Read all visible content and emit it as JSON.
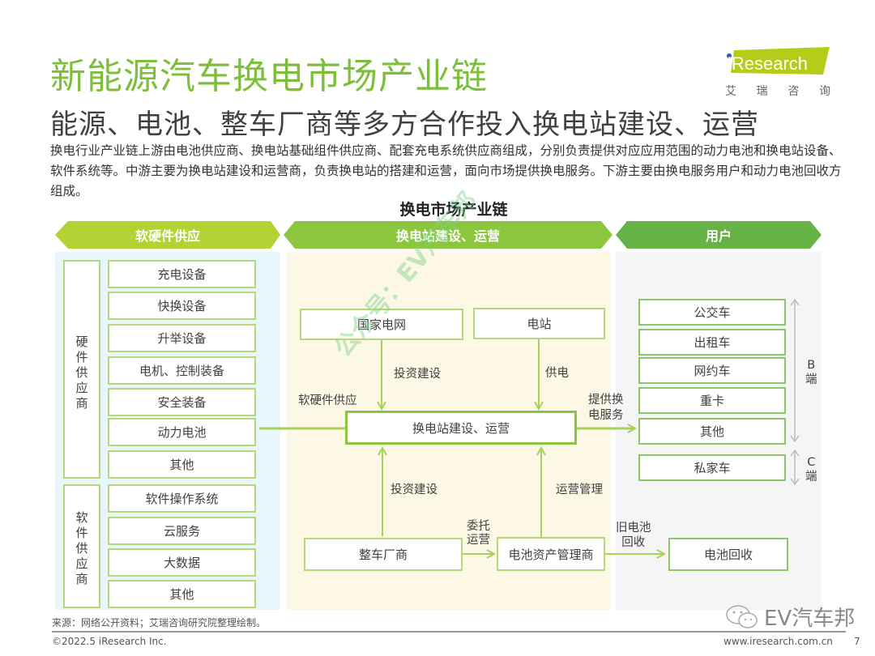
{
  "header": {
    "title": "新能源汽车换电市场产业链",
    "subtitle": "能源、电池、整车厂商等多方合作投入换电站建设、运营",
    "description": "换电行业产业链上游由电池供应商、换电站基础组件供应商、配套充电系统供应商组成，分别负责提供对应应用范围的动力电池和换电站设备、软件系统等。中游主要为换电站建设和运营商，负责换电站的搭建和运营，面向市场提供换电服务。下游主要由换电服务用户和动力电池回收方组成。"
  },
  "logo": {
    "brand": "iResearch",
    "sub_chars": [
      "艾",
      "瑞",
      "咨",
      "询"
    ],
    "accent": "#b5cc18"
  },
  "diagram": {
    "title": "换电市场产业链",
    "stages": [
      {
        "label": "软硬件供应",
        "color": "#b3d234"
      },
      {
        "label": "换电站建设、运营",
        "color": "#8cc63f"
      },
      {
        "label": "用户",
        "color": "#66b246"
      }
    ],
    "upstream": {
      "hardware_group": {
        "label": "硬件供应商",
        "items": [
          "充电设备",
          "快换设备",
          "升举设备",
          "电机、控制装备",
          "安全装备",
          "动力电池",
          "其他"
        ]
      },
      "software_group": {
        "label": "软件供应商",
        "items": [
          "软件操作系统",
          "云服务",
          "大数据",
          "其他"
        ]
      }
    },
    "midstream": {
      "nodes": {
        "grid": "国家电网",
        "power_station": "电站",
        "core": "换电站建设、运营",
        "oem": "整车厂商",
        "battery_asset_mgr": "电池资产管理商"
      },
      "edges": {
        "supply": "软硬件供应",
        "grid_invest": "投资建设",
        "power_supply": "供电",
        "oem_invest": "投资建设",
        "operation_mgmt": "运营管理",
        "entrust_line1": "委托",
        "entrust_line2": "运营",
        "service_line1": "提供换",
        "service_line2": "电服务",
        "recycle_line1": "旧电池",
        "recycle_line2": "回收"
      }
    },
    "downstream": {
      "b_end": {
        "label_line1": "B",
        "label_line2": "端",
        "items": [
          "公交车",
          "出租车",
          "网约车",
          "重卡",
          "其他"
        ]
      },
      "c_end": {
        "label_line1": "C",
        "label_line2": "端",
        "items": [
          "私家车"
        ]
      },
      "recycle": "电池回收"
    },
    "panel_colors": {
      "upstream": "#e9f7fd",
      "midstream": "#fdf7e6",
      "downstream": "#f5f5f5"
    },
    "line_color": "#a8d05a"
  },
  "watermark": "公众号：EV汽车邦",
  "footer": {
    "source": "来源：网络公开资料；艾瑞咨询研究院整理绘制。",
    "copyright": "©2022.5 iResearch Inc.",
    "url": "www.iresearch.com.cn",
    "page": "7",
    "wechat_brand": "EV汽车邦"
  }
}
